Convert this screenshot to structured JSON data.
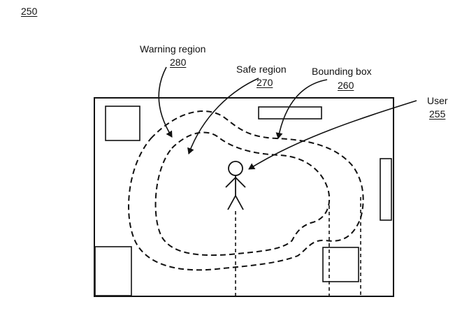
{
  "figure": {
    "number": "250",
    "labels": {
      "warning_region": {
        "text": "Warning region",
        "ref": "280"
      },
      "safe_region": {
        "text": "Safe region",
        "ref": "270"
      },
      "bounding_box": {
        "text": "Bounding box",
        "ref": "260"
      },
      "user": {
        "text": "User",
        "ref": "255"
      }
    }
  }
}
